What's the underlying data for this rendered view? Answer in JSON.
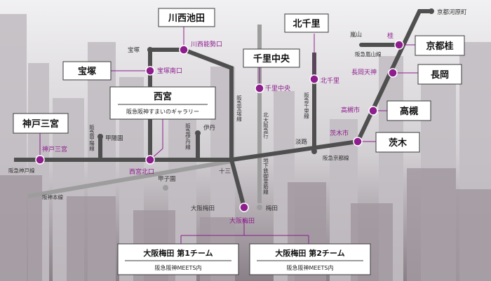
{
  "colors": {
    "main_line": "#4f4f4f",
    "sub_line": "#9d9d9d",
    "store_dot": "#8e1d8e",
    "store_label": "#8e1d8e",
    "station_dot": "#4f4f4f"
  },
  "stores": {
    "kawanishi_ikeda": "川西池田",
    "takarazuka": "宝塚",
    "nishinomiya": "西宮",
    "nishinomiya_sub": "阪急阪神すまいのギャラリー",
    "kobe_sannomiya": "神戸三宮",
    "senri_chuo": "千里中央",
    "kita_senri": "北千里",
    "kyoto_katsura": "京都桂",
    "nagaoka": "長岡",
    "takatsuki": "高槻",
    "ibaraki": "茨木",
    "umeda_1": "大阪梅田 第1チーム",
    "umeda_2": "大阪梅田 第2チーム",
    "umeda_sub_1": "阪急阪神MEETS内",
    "umeda_sub_2": "阪急阪神MEETS内"
  },
  "stations": {
    "kawanishi_noseguchi": "川西能勢口",
    "takarazuka": "宝塚",
    "takarazuka_minamiguchi": "宝塚南口",
    "kobe_sannomiya": "神戸三宮",
    "koyoen": "甲陽園",
    "nishinomiya_kitaguchi": "西宮北口",
    "itami": "伊丹",
    "koshien": "甲子園",
    "juso": "十三",
    "osaka_umeda": "大阪梅田",
    "osaka_umeda_hl": "大阪梅田",
    "umeda": "梅田",
    "senri_chuo": "千里中央",
    "kita_senri": "北千里",
    "awaji": "淡路",
    "ibarakishi": "茨木市",
    "takatsukishi": "高槻市",
    "nagaoka_tenjin": "長岡天神",
    "katsura": "桂",
    "arashiyama": "嵐山",
    "kyoto_kawaramachi": "京都河原町"
  },
  "lines": {
    "kobe": "阪急神戸線",
    "kobe_main": "阪神本線",
    "koyo": "阪急甲陽線",
    "itami": "阪急伊丹線",
    "takarazuka": "阪急宝塚線",
    "kitaosaka": "北大阪急行",
    "midosuji": "地下鉄御堂筋線",
    "senri": "阪急千里線",
    "kyoto": "阪急京都線",
    "arashiyama": "阪急嵐山線"
  }
}
